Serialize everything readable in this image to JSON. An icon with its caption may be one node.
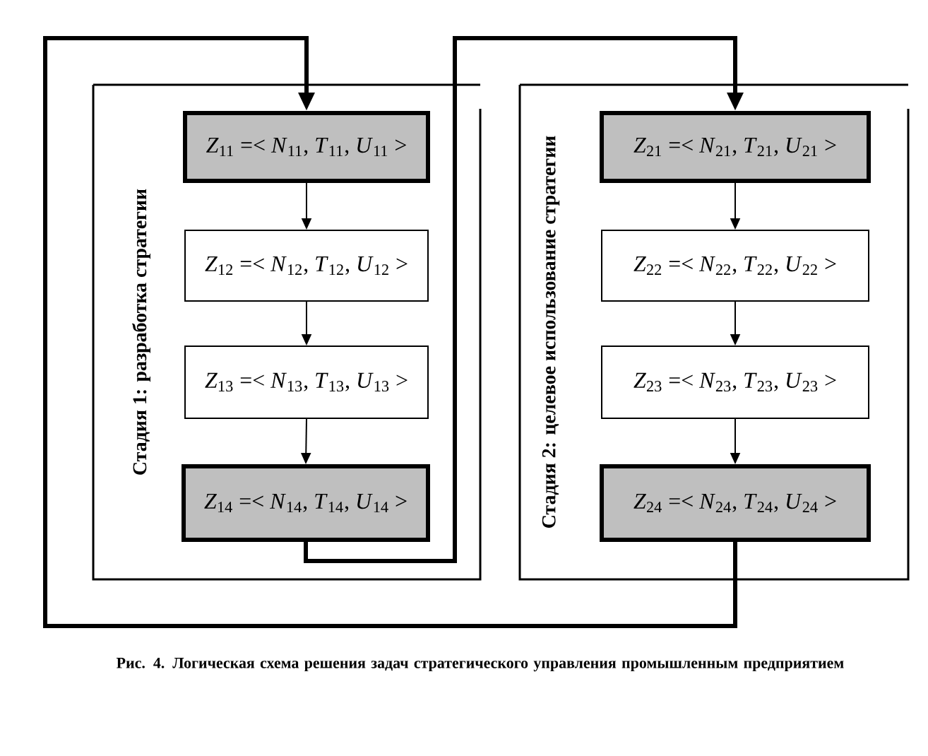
{
  "diagram": {
    "caption": "Рис. 4. Логическая схема решения задач стратегического управления промышленным предприятием",
    "nodes": [
      {
        "text": [
          "Стадия 1: разработка стратегии"
        ]
      },
      {
        "text": [
          "*Z*$_{11}$ =< *N*$_{11}$, *T*$_{11}$, *U*$_{11}$ >"
        ],
        "in": 0
      },
      {
        "text": [
          "*Z*$_{12}$ =< *N*$_{12}$, *T*$_{12}$, *U*$_{12}$ >"
        ],
        "in": 0
      },
      {
        "text": [
          "*Z*$_{13}$ =< *N*$_{13}$, *T*$_{13}$, *U*$_{13}$ >"
        ],
        "in": 0
      },
      {
        "text": [
          "*Z*$_{14}$ =< *N*$_{14}$, *T*$_{14}$, *U*$_{14}$ >"
        ],
        "in": 0
      },
      {
        "text": [
          "Стадия 2: целевое использование стратегии"
        ]
      },
      {
        "text": [
          "*Z*$_{21}$ =< *N*$_{21}$, *T*$_{21}$, *U*$_{21}$ >"
        ],
        "in": 5
      },
      {
        "text": [
          "*Z*$_{22}$ =< *N*$_{22}$, *T*$_{22}$, *U*$_{22}$ >"
        ],
        "in": 5
      },
      {
        "text": [
          "*Z*$_{23}$ =< *N*$_{23}$, *T*$_{23}$, *U*$_{23}$ >"
        ],
        "in": 5
      },
      {
        "text": [
          "*Z*$_{24}$ =< *N*$_{24}$, *T*$_{24}$, *U*$_{24}$ >"
        ],
        "in": 5
      }
    ],
    "edges": [
      {
        "from": 1,
        "to": 2,
        "arrow": "to"
      },
      {
        "from": 2,
        "to": 3,
        "arrow": "to"
      },
      {
        "from": 3,
        "to": 4,
        "arrow": "to"
      },
      {
        "from": 6,
        "to": 7,
        "arrow": "to"
      },
      {
        "from": 7,
        "to": 8,
        "arrow": "to"
      },
      {
        "from": 8,
        "to": 9,
        "arrow": "to"
      },
      {
        "from": 4,
        "to": 6,
        "arrow": "to",
        "style": "thick"
      },
      {
        "from": 9,
        "to": 1,
        "arrow": "to",
        "style": "thick"
      }
    ]
  }
}
